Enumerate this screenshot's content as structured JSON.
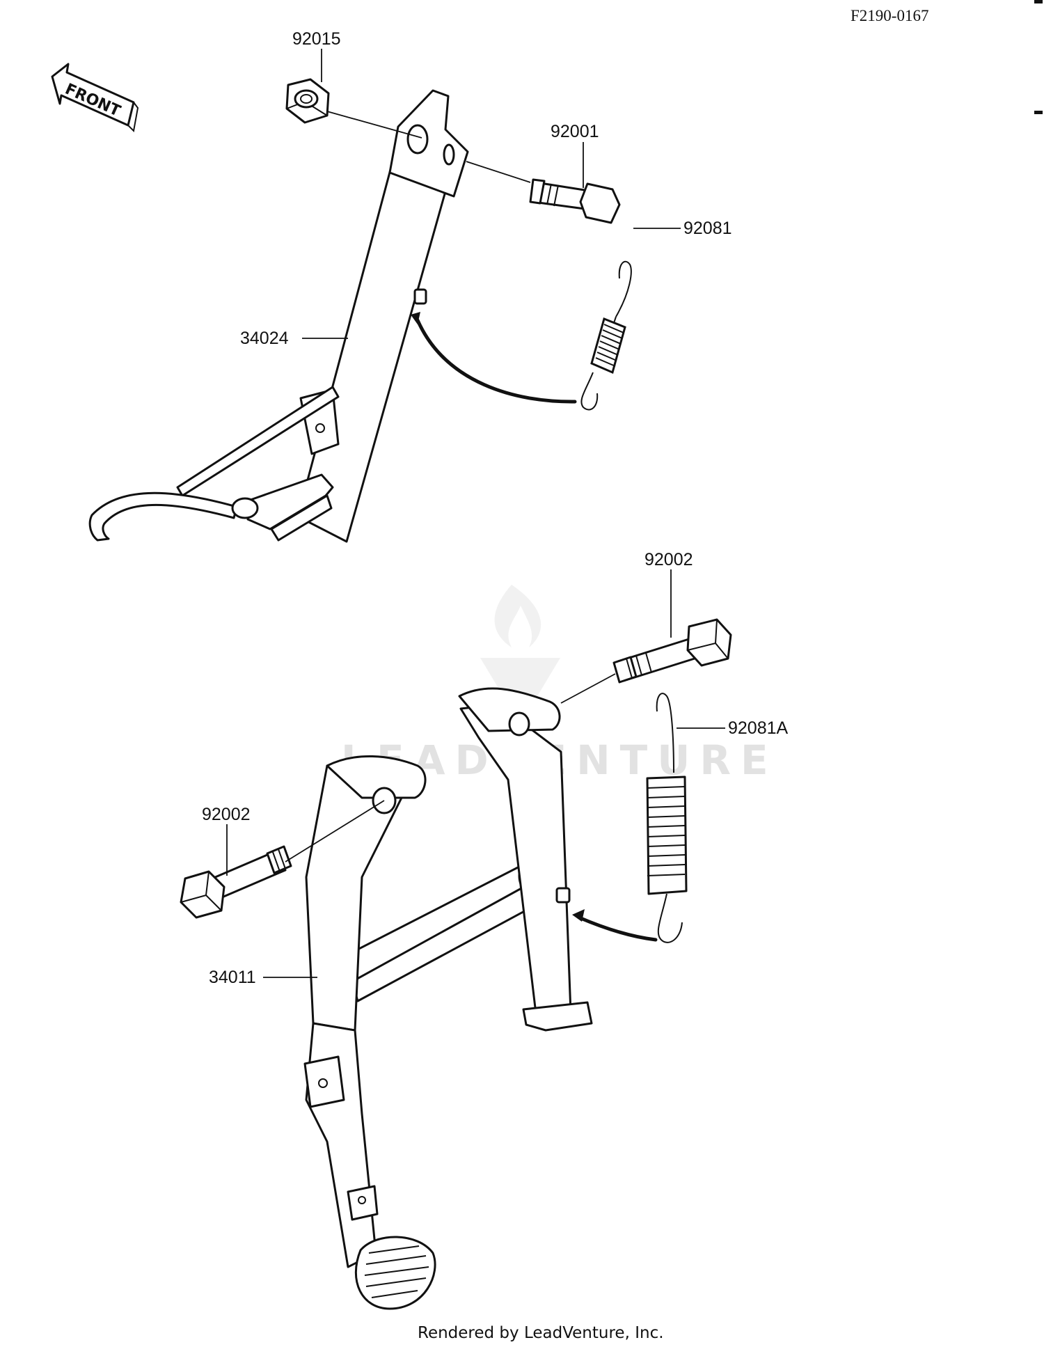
{
  "drawing_code": "F2190-0167",
  "front_label": "FRONT",
  "watermark": "LEADVENTURE",
  "footer": "Rendered by LeadVenture, Inc.",
  "callouts": [
    {
      "id": "92015"
    },
    {
      "id": "92001"
    },
    {
      "id": "92081"
    },
    {
      "id": "34024"
    },
    {
      "id": "92002"
    },
    {
      "id": "92081A"
    },
    {
      "id": "92002"
    },
    {
      "id": "34011"
    }
  ]
}
